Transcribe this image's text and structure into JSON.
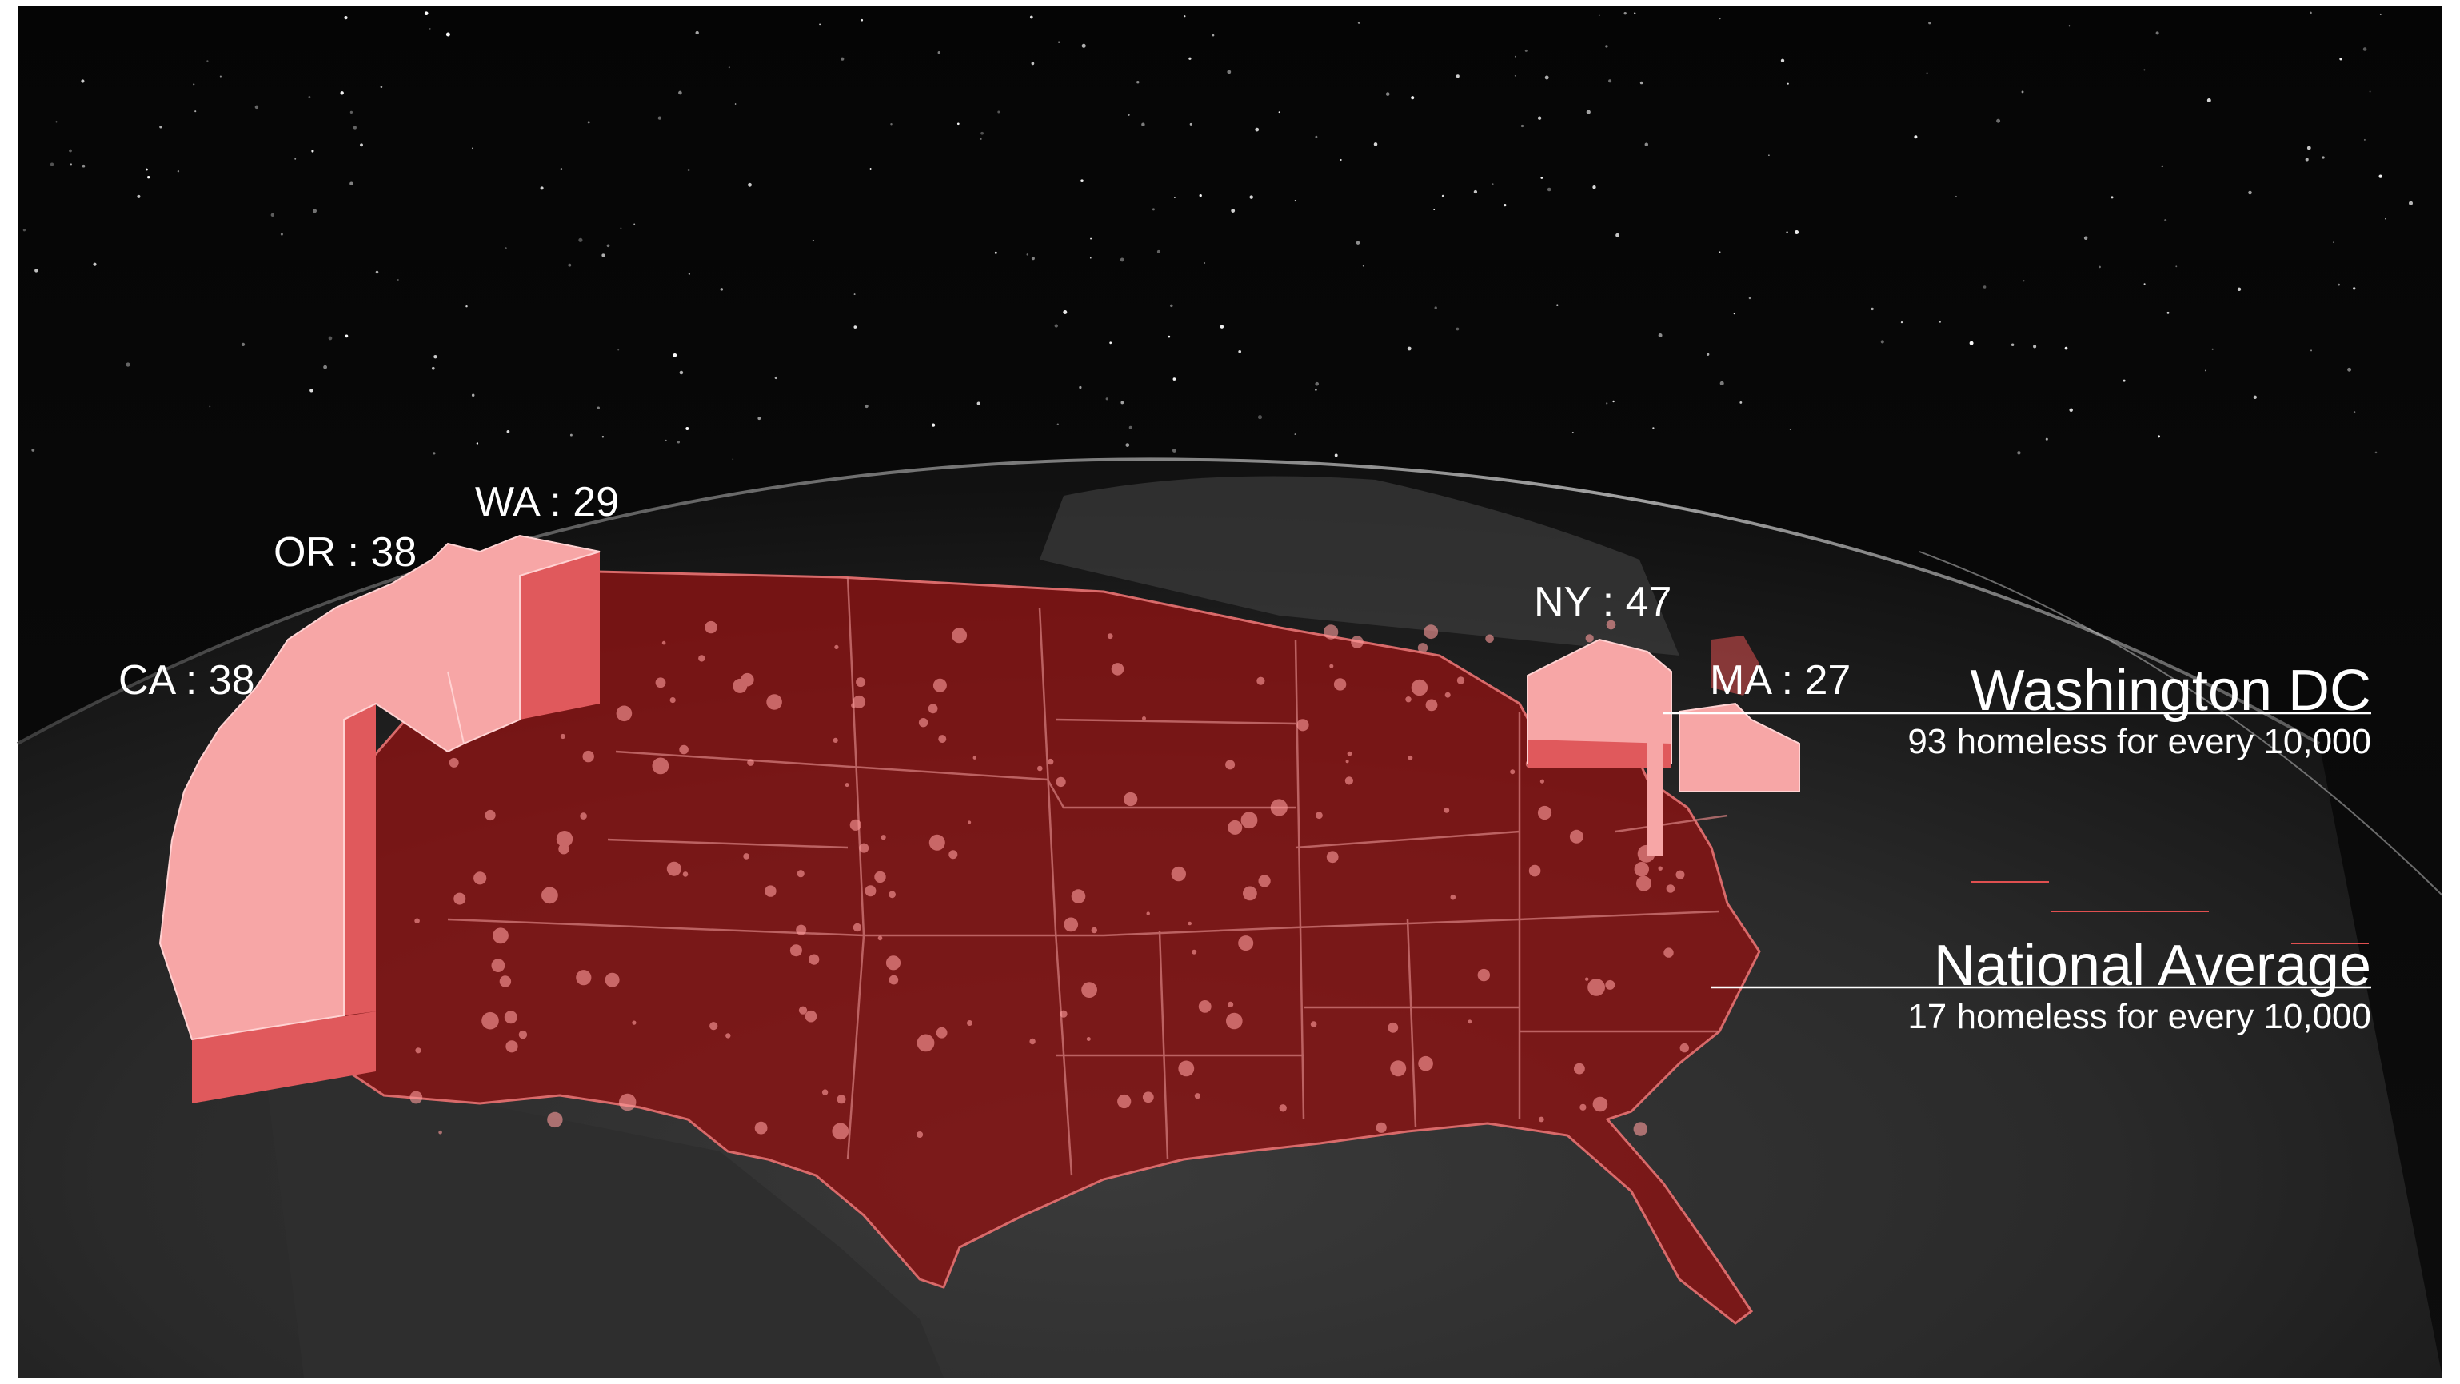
{
  "map": {
    "colors": {
      "space": "#000000",
      "earth": "#1c1c1c",
      "us_fill": "#8a1414",
      "column_light": "#f7a6a6",
      "column_dark": "#e0595c",
      "text": "#ffffff"
    },
    "state_labels": {
      "ca": "CA : 38",
      "or": "OR : 38",
      "wa": "WA : 29",
      "ny": "NY : 47",
      "ma": "MA : 27"
    },
    "callouts": {
      "dc_title": "Washington DC",
      "dc_sub": "93 homeless for every 10,000",
      "avg_title": "National Average",
      "avg_sub": "17 homeless for every 10,000"
    },
    "icons": [
      "earth-globe-icon",
      "star-field-icon"
    ]
  }
}
